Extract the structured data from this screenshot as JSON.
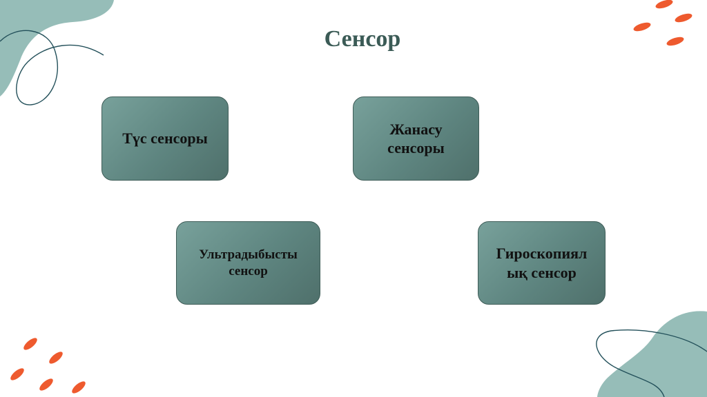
{
  "slide": {
    "title": "Сенсор",
    "cards": [
      {
        "label": "Түс сенсоры"
      },
      {
        "label": "Жанасу сенсоры"
      },
      {
        "label": "Ультрадыбысты сенсор"
      },
      {
        "label": "Гироскопиял ық сенсор"
      }
    ]
  },
  "colors": {
    "title": "#3b5b56",
    "card_fill": "#6b918c",
    "blob": "#96bdb8",
    "line": "#23505a",
    "accent": "#ee5a2e"
  }
}
